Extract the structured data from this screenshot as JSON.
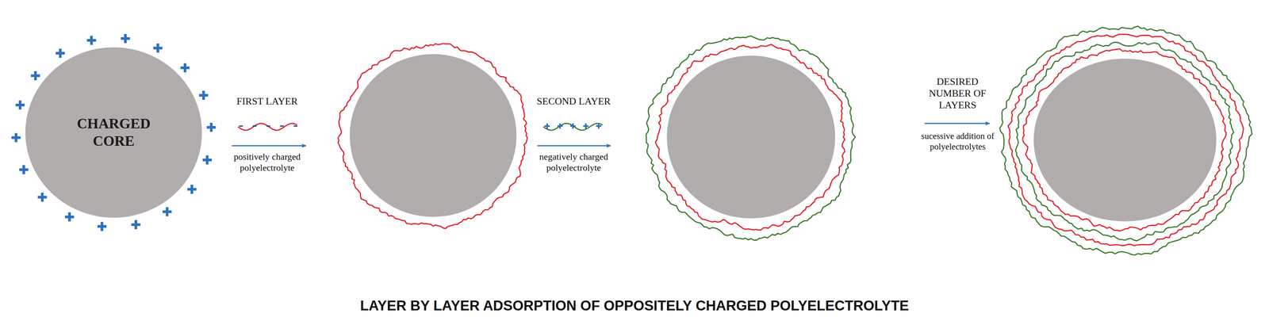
{
  "diagram": {
    "caption": "LAYER BY LAYER ADSORPTION OF OPPOSITELY CHARGED POLYELECTROLYTE",
    "nodes": [
      {
        "text": [
          "CHARGED CORE"
        ]
      }
    ],
    "labels": [
      "FIRST LAYER",
      "positively charged polyelectrolyte",
      "SECOND LAYER",
      "negatively charged polyelectrolyte",
      "DESIRED NUMBER OF LAYERS",
      "sucessive addition of polyelectrolytes"
    ]
  }
}
